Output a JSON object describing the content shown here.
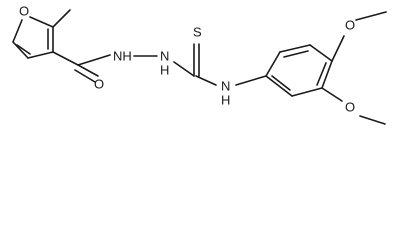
{
  "atoms": {
    "furan_oxygen": "O",
    "carbonyl_oxygen": "O",
    "hydrazide_nh_left": "NH",
    "hydrazide_nh_right": "N",
    "thione_sulfur": "S",
    "amine_nh_label": "N",
    "amine_h_label": "H",
    "hydrazide_h_label": "H",
    "methoxy_oxygen_top": "O",
    "methoxy_oxygen_bottom": "O"
  },
  "colors": {
    "bond": "#1a1a1a",
    "label": "#1a1a1a",
    "background": "#ffffff"
  }
}
